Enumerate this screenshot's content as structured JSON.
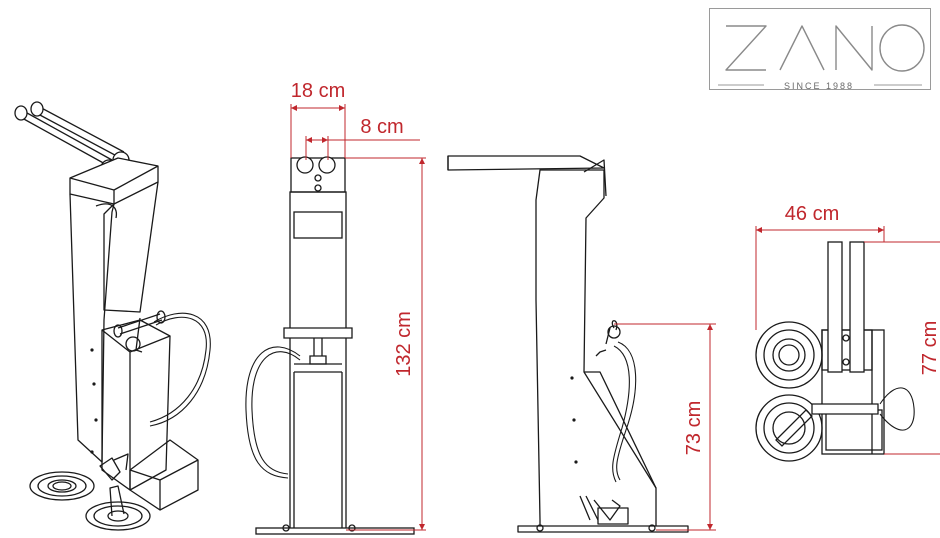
{
  "brand": {
    "logo_text": "ZANO",
    "tagline": "SINCE 1988"
  },
  "dimensions": {
    "front_width": "18 cm",
    "front_inner": "8 cm",
    "front_height": "132 cm",
    "side_pump_height": "73 cm",
    "top_width": "46 cm",
    "top_depth": "77 cm"
  },
  "colors": {
    "dimension": "#c0272d",
    "line": "#1a1a1a",
    "logo": "#8a8a8a"
  }
}
